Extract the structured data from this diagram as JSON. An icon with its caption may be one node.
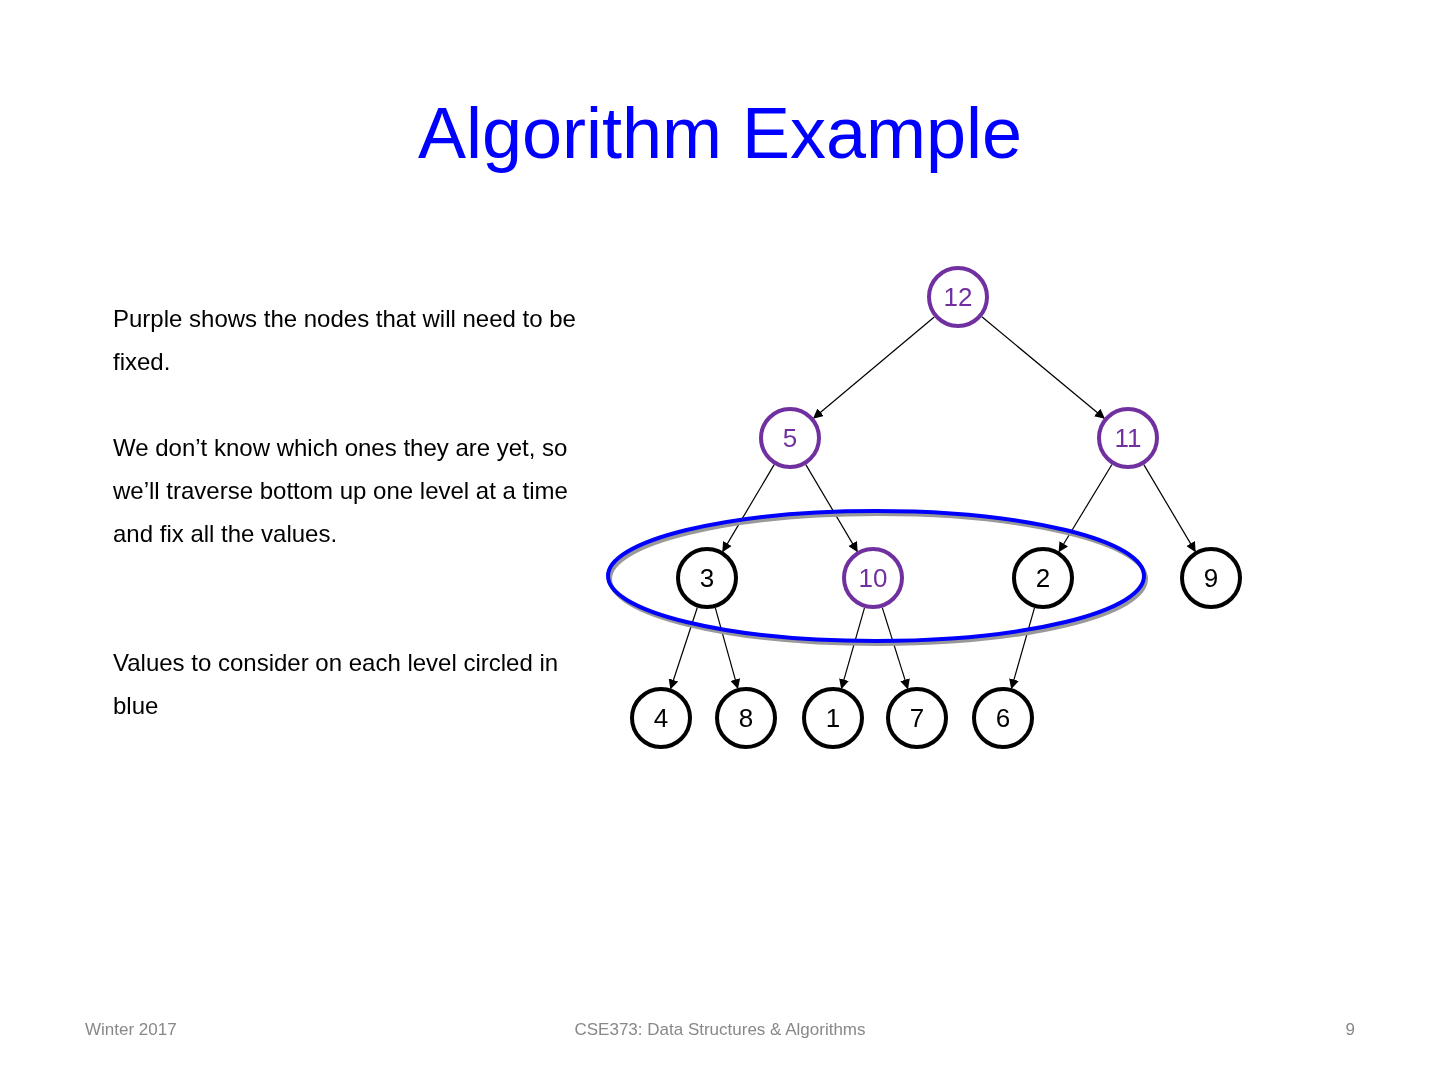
{
  "diagram": {
    "title": "Algorithm Example",
    "nodes": [
      {
        "text": [
          "12"
        ]
      },
      {
        "text": [
          "5"
        ]
      },
      {
        "text": [
          "11"
        ]
      },
      {
        "text": [
          "3"
        ]
      },
      {
        "text": [
          "10"
        ]
      },
      {
        "text": [
          "2"
        ]
      },
      {
        "text": [
          "9"
        ]
      },
      {
        "text": [
          "4"
        ]
      },
      {
        "text": [
          "8"
        ]
      },
      {
        "text": [
          "1"
        ]
      },
      {
        "text": [
          "7"
        ]
      },
      {
        "text": [
          "6"
        ]
      }
    ],
    "edges": [
      {
        "from": 0,
        "to": 1,
        "arrow": "to"
      },
      {
        "from": 0,
        "to": 2,
        "arrow": "to"
      },
      {
        "from": 1,
        "to": 3,
        "arrow": "to"
      },
      {
        "from": 1,
        "to": 4,
        "arrow": "to"
      },
      {
        "from": 2,
        "to": 5,
        "arrow": "to"
      },
      {
        "from": 2,
        "to": 6,
        "arrow": "to"
      },
      {
        "from": 3,
        "to": 7,
        "arrow": "to"
      },
      {
        "from": 3,
        "to": 8,
        "arrow": "to"
      },
      {
        "from": 4,
        "to": 9,
        "arrow": "to"
      },
      {
        "from": 4,
        "to": 10,
        "arrow": "to"
      },
      {
        "from": 5,
        "to": 11,
        "arrow": "to"
      }
    ],
    "labels": [
      "Purple shows the nodes that will need to be fixed.",
      "We don’t know which ones they are yet, so we’ll traverse bottom up one level at a time and fix all the values.",
      "Values to consider on each level circled in blue",
      "Winter 2017",
      "CSE373: Data Structures & Algorithms",
      "9"
    ]
  }
}
